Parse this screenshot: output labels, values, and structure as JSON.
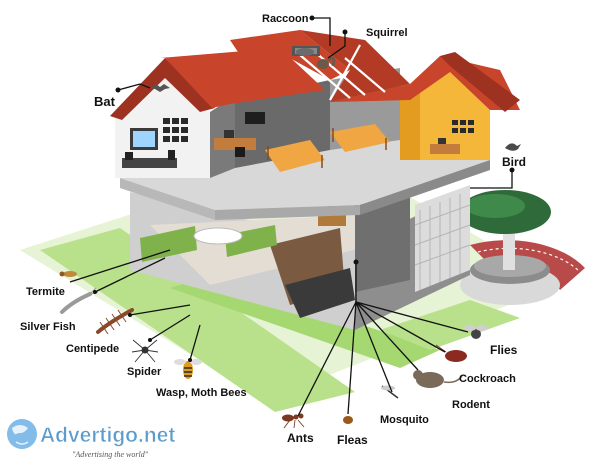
{
  "labels": {
    "raccoon": "Raccoon",
    "squirrel": "Squirrel",
    "bat": "Bat",
    "bird": "Bird",
    "termite": "Termite",
    "silver_fish": "Silver Fish",
    "centipede": "Centipede",
    "spider": "Spider",
    "wasp": "Wasp, Moth Bees",
    "ants": "Ants",
    "fleas": "Fleas",
    "mosquito": "Mosquito",
    "rodent": "Rodent",
    "cockroach": "Cockroach",
    "flies": "Flies"
  },
  "watermark": {
    "brand": "Advertigo.net",
    "tagline": "\"Advertising the world\""
  },
  "colors": {
    "roof": "#c8442a",
    "roof_shadow": "#9e3220",
    "wall_gray": "#7a7a7a",
    "wall_light": "#c9c9c9",
    "wall_yellow": "#f4b73a",
    "floor": "#e9e3dc",
    "lawn": "#b9e08a",
    "lawn_path": "#7ccc5a",
    "patio": "#b84a4a",
    "tree": "#2f6b3a"
  },
  "icons": [
    "raccoon-icon",
    "squirrel-icon",
    "bat-icon",
    "bird-icon",
    "termite-icon",
    "silverfish-icon",
    "centipede-icon",
    "spider-icon",
    "wasp-icon",
    "ant-icon",
    "flea-icon",
    "mosquito-icon",
    "rodent-icon",
    "cockroach-icon",
    "fly-icon",
    "globe-icon"
  ]
}
